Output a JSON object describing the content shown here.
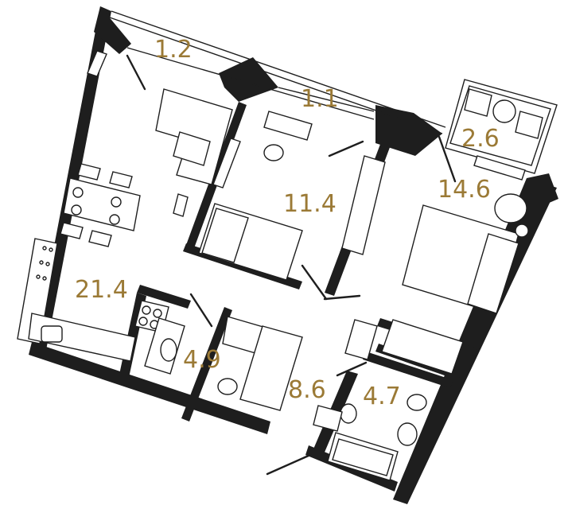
{
  "plan": {
    "label_color": "#9b7a36",
    "wall_color": "#1e1e1e",
    "rooms": [
      {
        "id": "balcony-left",
        "area": "1.2"
      },
      {
        "id": "balcony-middle",
        "area": "1.1"
      },
      {
        "id": "balcony-right",
        "area": "2.6"
      },
      {
        "id": "living-kitchen",
        "area": "21.4"
      },
      {
        "id": "bedroom-1",
        "area": "11.4"
      },
      {
        "id": "bedroom-2",
        "area": "14.6"
      },
      {
        "id": "bathroom-1",
        "area": "4.9"
      },
      {
        "id": "hallway",
        "area": "8.6"
      },
      {
        "id": "bathroom-2",
        "area": "4.7"
      }
    ]
  }
}
